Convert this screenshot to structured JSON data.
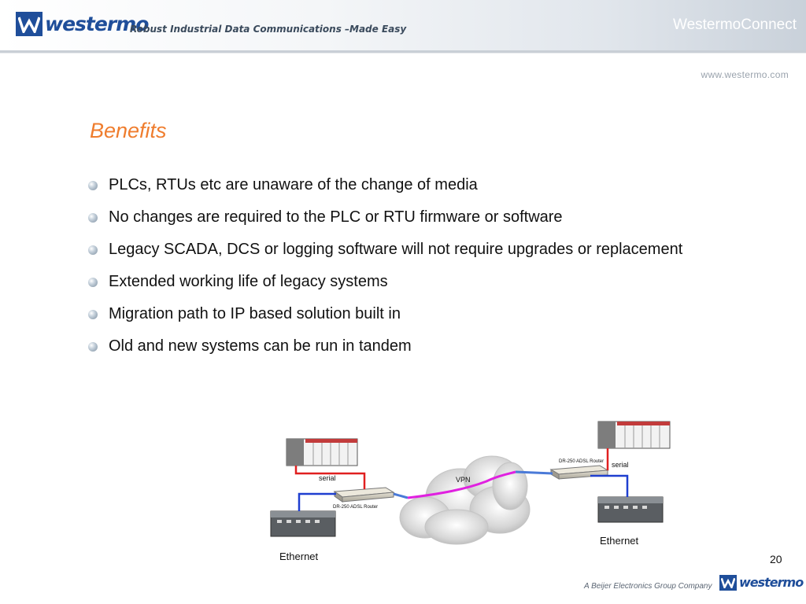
{
  "header": {
    "brand_name": "westermo",
    "tagline": "Robust Industrial Data Communications –Made Easy",
    "product": "WestermoConnect",
    "url": "www.westermo.com"
  },
  "slide": {
    "title": "Benefits",
    "bullets": [
      "PLCs, RTUs etc are unaware of the change of media",
      "No changes are required to the PLC or RTU firmware or software",
      "Legacy SCADA, DCS or logging software will not require upgrades or replacement",
      "Extended working life of legacy systems",
      "Migration path to IP based solution built in",
      "Old and new systems can be run in tandem"
    ]
  },
  "diagram": {
    "left_serial": "serial",
    "left_router": "DR-250 ADSL Router",
    "left_ethernet": "Ethernet",
    "vpn": "VPN",
    "right_router": "DR-250 ADSL Router",
    "right_serial": "serial",
    "right_ethernet": "Ethernet",
    "colors": {
      "serial": "#e02020",
      "ethernet": "#1f3fd0",
      "vpn": "#e020e0",
      "link": "#4a7ad8"
    }
  },
  "footer": {
    "page_number": "20",
    "group_text": "A Beijer Electronics Group Company",
    "brand_name": "westermo"
  }
}
